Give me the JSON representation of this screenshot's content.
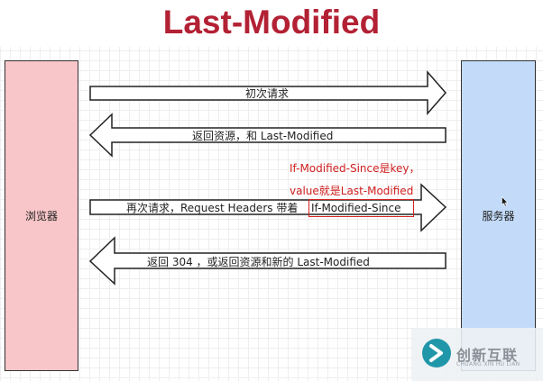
{
  "title": "Last-Modified",
  "participants": {
    "browser": "浏览器",
    "server": "服务器"
  },
  "messages": [
    {
      "direction": "right",
      "label": "初次请求"
    },
    {
      "direction": "left",
      "label": "返回资源，和 Last-Modified"
    },
    {
      "direction": "right",
      "label": "再次请求，Request Headers 带着",
      "highlight": "If-Modified-Since"
    },
    {
      "direction": "left",
      "label": "返回 304 ，或返回资源和新的 Last-Modified"
    }
  ],
  "annotation": {
    "line1": "If-Modified-Since是key，",
    "line2": "value就是Last-Modified"
  },
  "watermark": {
    "name": "创新互联",
    "sub": "CHUANG XIN HU LIAN"
  },
  "colors": {
    "title": "#b32134",
    "browser_fill": "#f8c6c9",
    "server_fill": "#c3dbf9",
    "annotation": "#d02020",
    "highlight_border": "#d32222"
  }
}
